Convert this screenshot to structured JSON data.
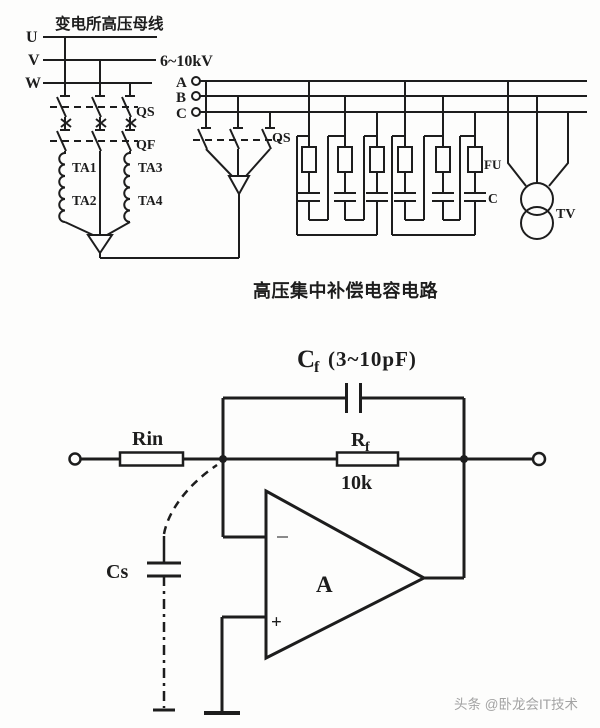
{
  "colors": {
    "ink": "#1d1d1d",
    "paper": "#fdfdfc",
    "watermark": "#a3a3a3"
  },
  "top_circuit": {
    "title": "变电所高压母线",
    "voltage_label": "6~10kV",
    "phase_u": "U",
    "phase_v": "V",
    "phase_w": "W",
    "disconnector_label": "QS",
    "breaker_label": "QF",
    "ct1": "TA1",
    "ct2": "TA2",
    "ct3": "TA3",
    "ct4": "TA4",
    "phase_a": "A",
    "phase_b": "B",
    "phase_c": "C",
    "right_disconnector_label": "QS",
    "fuse_label": "FU",
    "capacitor_label": "C",
    "vt_label": "TV",
    "caption": "高压集中补偿电容电路"
  },
  "bottom_circuit": {
    "feedback_cap_name": "C",
    "feedback_cap_sub": "f",
    "feedback_cap_value": "(3~10pF)",
    "input_resistor": "Rin",
    "feedback_resistor_name": "R",
    "feedback_resistor_sub": "f",
    "feedback_resistor_value": "10k",
    "stray_cap": "Cs",
    "amplifier": "A",
    "noninverting": "+"
  },
  "watermark": "头条 @卧龙会IT技术"
}
